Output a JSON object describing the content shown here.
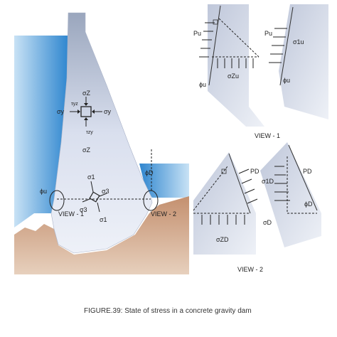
{
  "labels": {
    "sigma_z": "σZ",
    "sigma_y": "σy",
    "tau_yz": "τyz",
    "tau_zy": "τzy",
    "sigma_1": "σ1",
    "sigma_3": "σ3",
    "phi_u": "ϕu",
    "phi_d": "ϕD",
    "p_u": "Pu",
    "sigma_zu": "σZu",
    "sigma_1u": "σ1u",
    "p_d": "PD",
    "sigma_zd": "σZD",
    "sigma_1d": "σ1D",
    "sigma_d": "σD"
  },
  "views": {
    "view1": "VIEW - 1",
    "view2": "VIEW - 2"
  },
  "caption": "FIGURE.39: State of stress in a concrete gravity dam",
  "colors": {
    "water": "#4f9fd8",
    "concrete": "#d7deef",
    "soil": "#b8876a"
  }
}
